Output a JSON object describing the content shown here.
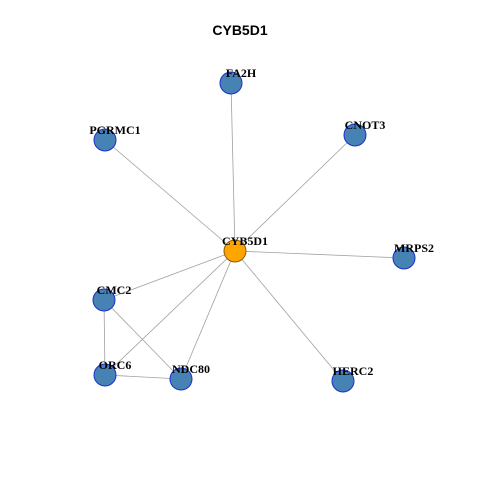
{
  "graph": {
    "title": "CYB5D1",
    "colors": {
      "center_fill": "#FFA500",
      "node_fill": "#4682B4",
      "node_stroke": "#1C2FCB",
      "edge": "#A0A0A0",
      "background": "#FFFFFF"
    },
    "nodes": [
      {
        "id": "CYB5D1",
        "label": "CYB5D1",
        "center": true
      },
      {
        "id": "FA2H",
        "label": "FA2H"
      },
      {
        "id": "CNOT3",
        "label": "CNOT3"
      },
      {
        "id": "PGRMC1",
        "label": "PGRMC1"
      },
      {
        "id": "MRPS2",
        "label": "MRPS2"
      },
      {
        "id": "CMC2",
        "label": "CMC2"
      },
      {
        "id": "ORC6",
        "label": "ORC6"
      },
      {
        "id": "NDC80",
        "label": "NDC80"
      },
      {
        "id": "HERC2",
        "label": "HERC2"
      }
    ],
    "edges": [
      [
        "CYB5D1",
        "FA2H"
      ],
      [
        "CYB5D1",
        "CNOT3"
      ],
      [
        "CYB5D1",
        "PGRMC1"
      ],
      [
        "CYB5D1",
        "MRPS2"
      ],
      [
        "CYB5D1",
        "CMC2"
      ],
      [
        "CYB5D1",
        "ORC6"
      ],
      [
        "CYB5D1",
        "NDC80"
      ],
      [
        "CYB5D1",
        "HERC2"
      ],
      [
        "CMC2",
        "ORC6"
      ],
      [
        "CMC2",
        "NDC80"
      ],
      [
        "ORC6",
        "NDC80"
      ]
    ]
  }
}
